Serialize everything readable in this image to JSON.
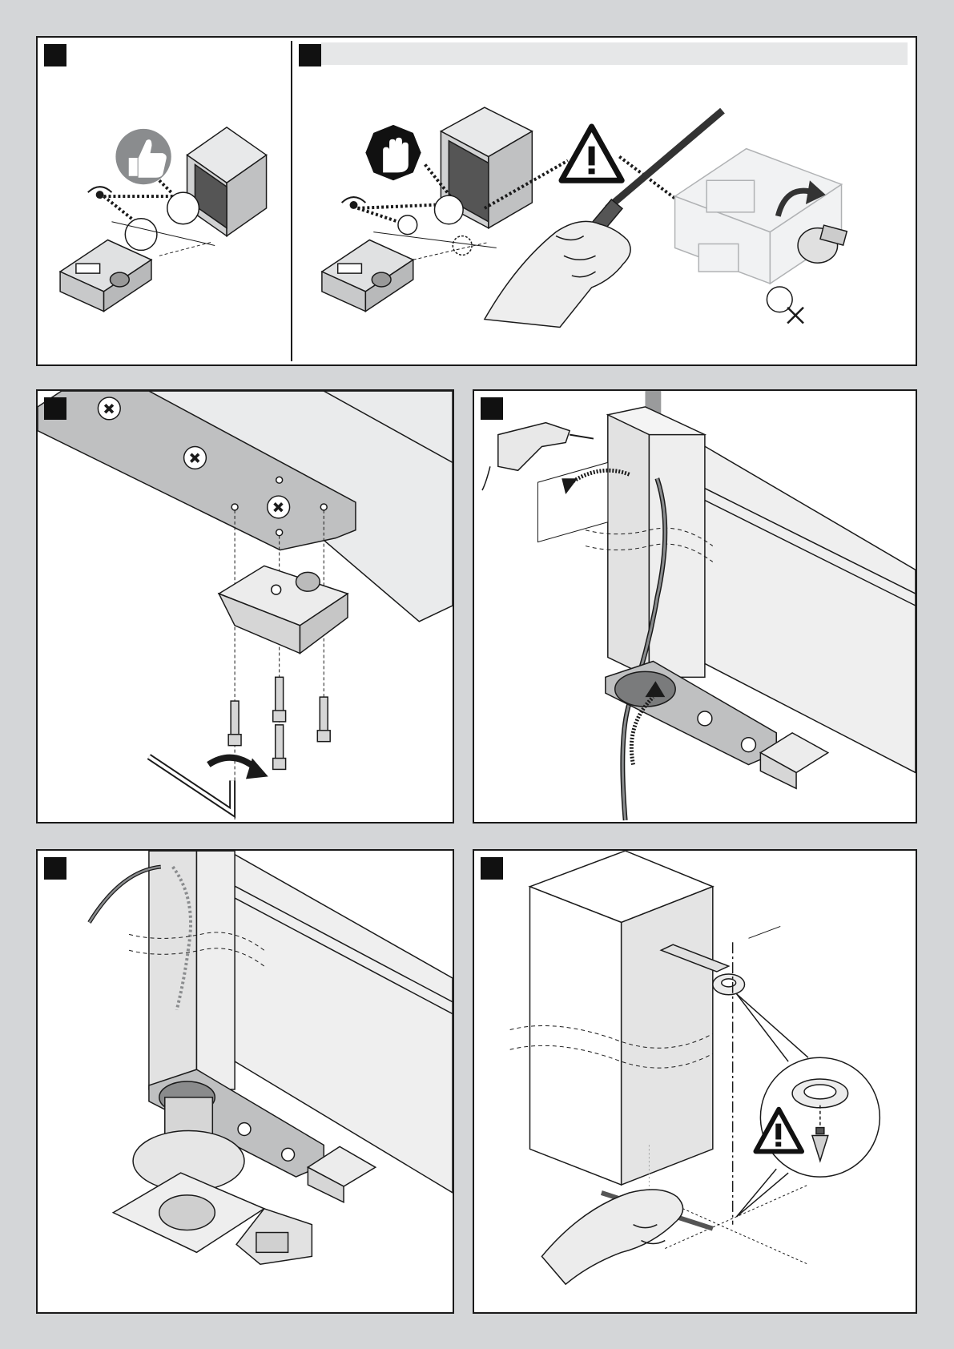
{
  "page": {
    "background": "#d4d6d8",
    "panel_background": "#ffffff",
    "line_color": "#1a1a1a"
  },
  "panels": [
    {
      "id": "top-left",
      "icons": [
        "eye-icon",
        "thumbs-up-icon",
        "box-profile",
        "gearmotor-unit"
      ]
    },
    {
      "id": "top-right",
      "icons": [
        "eye-icon",
        "stop-hand-icon",
        "box-profile",
        "warning-icon",
        "hand-file-tool",
        "gearmotor-unit",
        "rotate-arrow-icon",
        "cross-icon"
      ]
    },
    {
      "id": "middle-left",
      "icons": [
        "mounting-plate",
        "bracket",
        "bolt",
        "allen-key",
        "rotate-arrow-icon"
      ]
    },
    {
      "id": "middle-right",
      "icons": [
        "drill-icon",
        "gate-post",
        "cable",
        "arrow-icon",
        "bracket"
      ]
    },
    {
      "id": "bottom-left",
      "icons": [
        "cable",
        "gate-post",
        "up-arrow-icon",
        "base-plate",
        "bracket"
      ]
    },
    {
      "id": "bottom-right",
      "icons": [
        "gate-post",
        "plumb-bob-icon",
        "warning-icon",
        "pencil-hand",
        "detail-circle"
      ]
    }
  ]
}
